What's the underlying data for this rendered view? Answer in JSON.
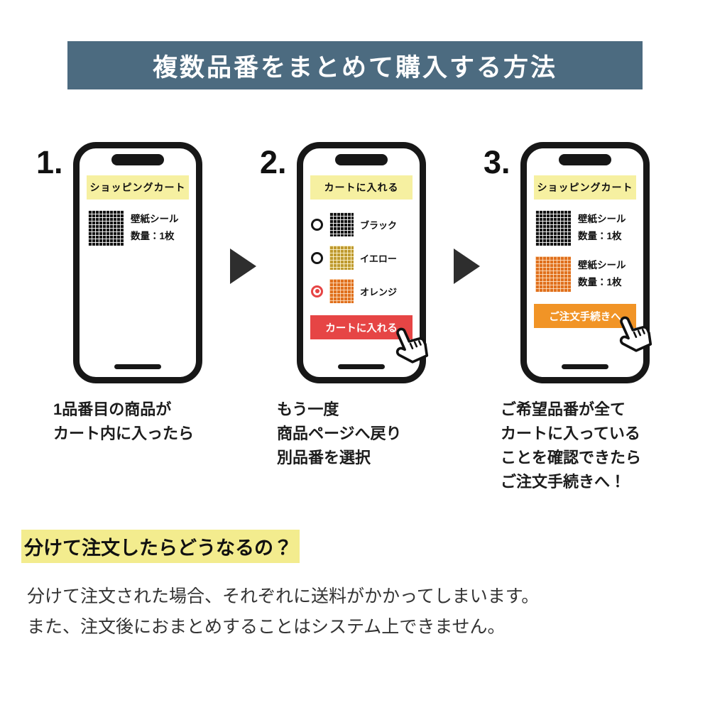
{
  "colors": {
    "banner-blue": "#4c6b80",
    "banner-yellow": "#f6f0a1",
    "accent-red": "#e64545",
    "accent-orange": "#f19426",
    "highlight-yellow": "#f3ec8e"
  },
  "header": {
    "title": "複数品番をまとめて購入する方法"
  },
  "steps": [
    {
      "number": "1.",
      "phone": {
        "banner": "ショッピングカート",
        "items": [
          {
            "swatch": "black",
            "text": "壁紙シール\n数量：1枚"
          }
        ]
      },
      "caption": "1品番目の商品が\nカート内に入ったら"
    },
    {
      "number": "2.",
      "phone": {
        "banner": "カートに入れる",
        "options": [
          {
            "selected": false,
            "swatch": "black",
            "label": "ブラック"
          },
          {
            "selected": false,
            "swatch": "yellow",
            "label": "イエロー"
          },
          {
            "selected": true,
            "swatch": "orange",
            "label": "オレンジ"
          }
        ],
        "button": {
          "label": "カートに入れる"
        }
      },
      "caption": "もう一度\n商品ページへ戻り\n別品番を選択"
    },
    {
      "number": "3.",
      "phone": {
        "banner": "ショッピングカート",
        "items": [
          {
            "swatch": "black",
            "text": "壁紙シール\n数量：1枚"
          },
          {
            "swatch": "orange",
            "text": "壁紙シール\n数量：1枚"
          }
        ],
        "button": {
          "label": "ご注文手続きへ"
        }
      },
      "caption": "ご希望品番が全て\nカートに入っている\nことを確認できたら\nご注文手続きへ！"
    }
  ],
  "faq": {
    "heading": "分けて注文したらどうなるの？",
    "body": "分けて注文された場合、それぞれに送料がかかってしまいます。\nまた、注文後におまとめすることはシステム上できません。"
  }
}
